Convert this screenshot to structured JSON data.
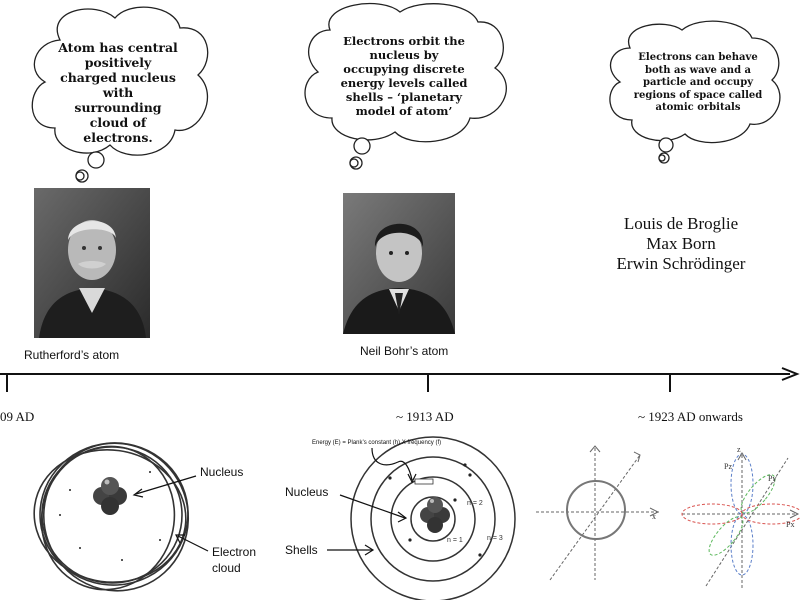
{
  "bubbles": {
    "rutherford": "Atom has central positively charged nucleus with surrounding cloud of electrons.",
    "bohr": "Electrons orbit the nucleus by occupying discrete energy levels called shells – ‘planetary model of atom’",
    "modern": "Electrons can behave both as wave and a particle and occupy regions of space called atomic orbitals"
  },
  "captions": {
    "rutherford": "Rutherford’s atom",
    "bohr": "Neil Bohr’s atom"
  },
  "scientists": [
    "Louis de Broglie",
    "Max Born",
    "Erwin Schrödinger"
  ],
  "timeline": {
    "date1": "09 AD",
    "date2": "~ 1913 AD",
    "date3": "~ 1923 AD onwards"
  },
  "rutherford_diagram": {
    "nucleus_label": "Nucleus",
    "electron_cloud_label": "Electron\ncloud"
  },
  "bohr_diagram": {
    "equation": "Energy (E) = Plank’s constant (h) X frequency (f)",
    "nucleus_label": "Nucleus",
    "shells_label": "Shells",
    "n1": "n = 1",
    "n2": "n = 2",
    "n3": "n = 3"
  },
  "orbital_diagram": {
    "axis_x": "x",
    "axis_z": "z",
    "pz": "Pz",
    "py": "Py",
    "px": "Px"
  }
}
